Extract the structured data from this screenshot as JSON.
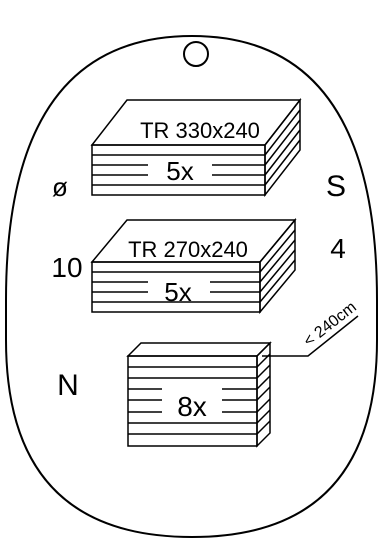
{
  "tag": {
    "stack_top": {
      "label": "TR 330x240",
      "count": "5x"
    },
    "stack_middle": {
      "label": "TR 270x240",
      "count": "5x"
    },
    "stack_bottom": {
      "count": "8x",
      "length_note": "< 240cm"
    },
    "left_markers": [
      "ø",
      "10",
      "N"
    ],
    "right_markers": [
      "S",
      "4"
    ]
  },
  "colors": {
    "line": "#000000",
    "background": "#ffffff"
  }
}
